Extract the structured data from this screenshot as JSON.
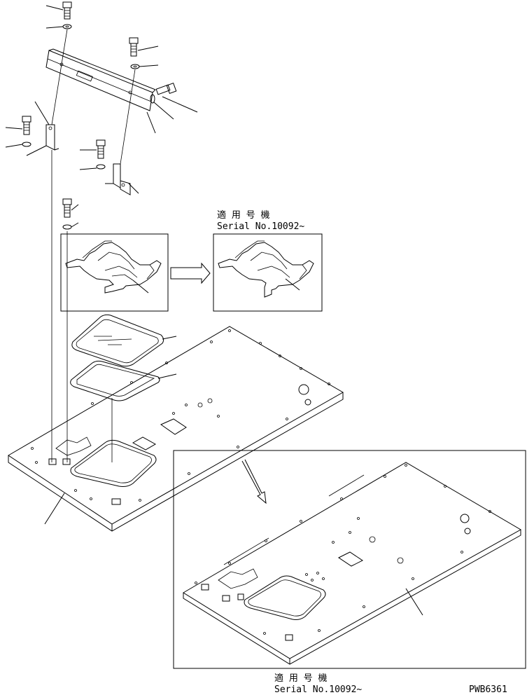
{
  "labels": {
    "applicable_serial_top": "適 用 号 機",
    "serial_top": "Serial No.10092~",
    "applicable_serial_bottom": "適 用 号 機",
    "serial_bottom": "Serial No.10092~",
    "drawing_number": "PWB6361"
  }
}
